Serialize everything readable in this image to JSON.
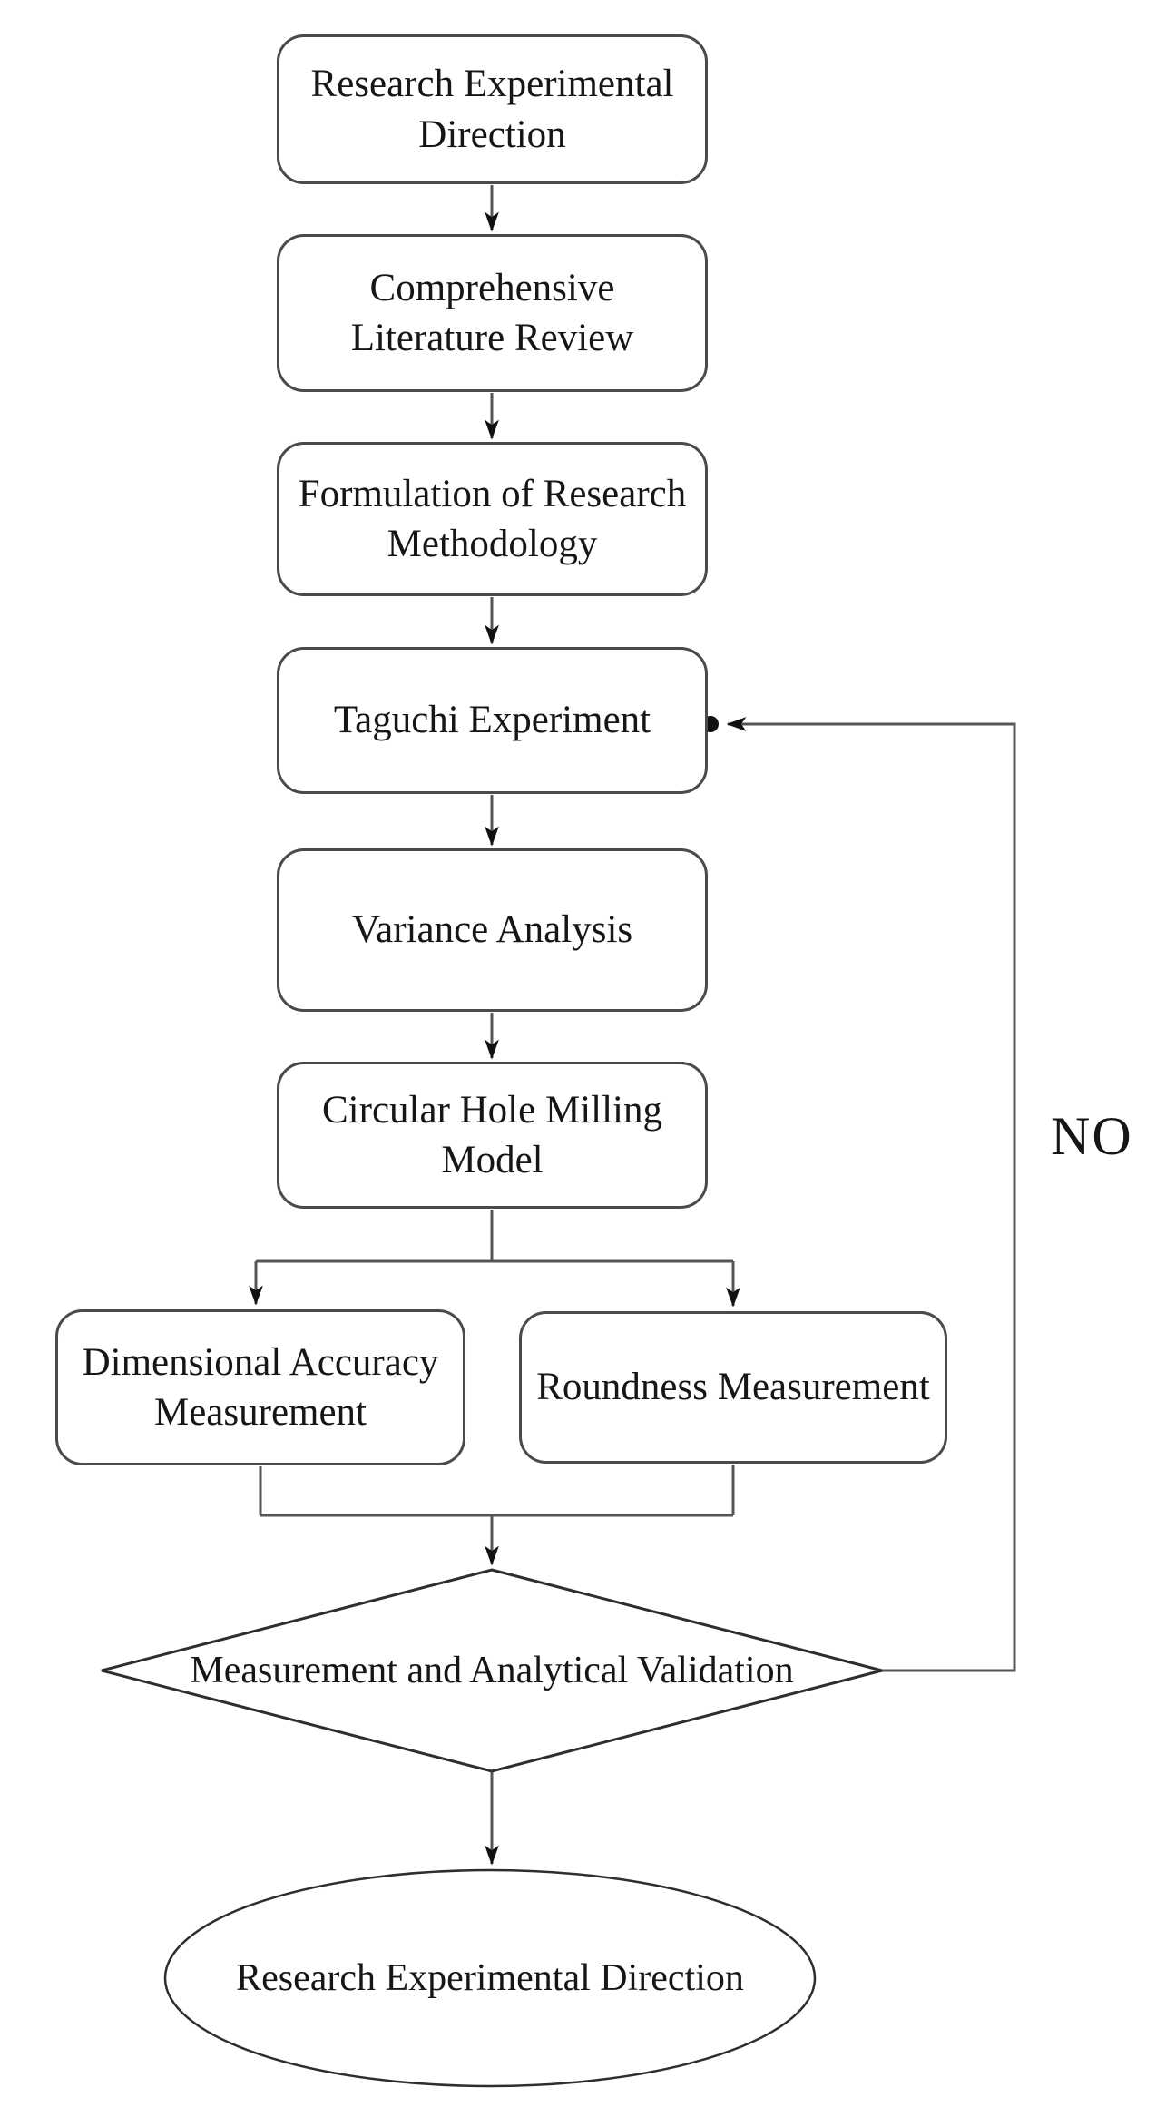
{
  "flowchart": {
    "nodes": {
      "research_direction": {
        "shape": "rounded-rectangle",
        "label": "Research Experimental Direction"
      },
      "literature_review": {
        "shape": "rounded-rectangle",
        "label": "Comprehensive Literature Review"
      },
      "methodology": {
        "shape": "rounded-rectangle",
        "label": "Formulation of Research Methodology"
      },
      "taguchi": {
        "shape": "rounded-rectangle",
        "label": "Taguchi Experiment"
      },
      "variance": {
        "shape": "rounded-rectangle",
        "label": "Variance Analysis"
      },
      "milling_model": {
        "shape": "rounded-rectangle",
        "label": "Circular Hole Milling Model"
      },
      "dimensional": {
        "shape": "rounded-rectangle",
        "label": "Dimensional Accuracy Measurement"
      },
      "roundness": {
        "shape": "rounded-rectangle",
        "label": "Roundness Measurement"
      },
      "validation": {
        "shape": "diamond",
        "label": "Measurement and Analytical Validation"
      },
      "end": {
        "shape": "ellipse",
        "label": "Research Experimental Direction"
      }
    },
    "edge_labels": {
      "no_branch": "NO"
    },
    "colors": {
      "background": "#ffffff",
      "stroke": "#4a4a4a",
      "connector": "#555555",
      "arrowhead": "#111111",
      "text": "#161616"
    }
  }
}
